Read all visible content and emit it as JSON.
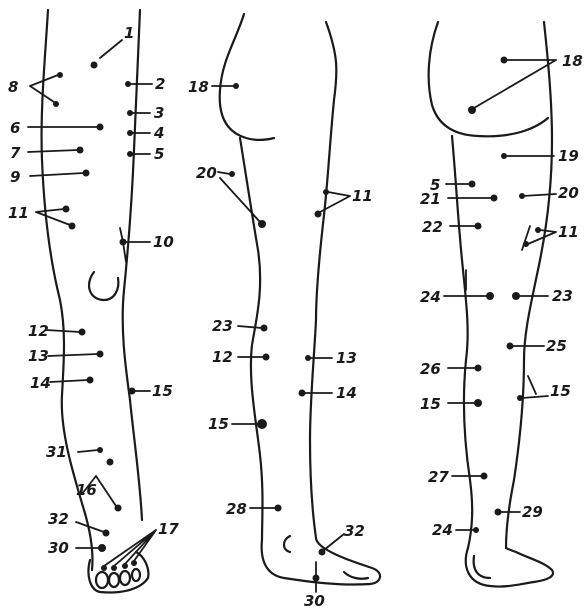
{
  "figure": {
    "panels": [
      {
        "name": "front-view"
      },
      {
        "name": "side-view"
      },
      {
        "name": "back-view"
      }
    ],
    "labels": {
      "f1": "1",
      "f2": "2",
      "f3": "3",
      "f4": "4",
      "f5": "5",
      "f6": "6",
      "f7": "7",
      "f8": "8",
      "f9": "9",
      "f10": "10",
      "f11": "11",
      "f12": "12",
      "f13": "13",
      "f14": "14",
      "f15": "15",
      "f16": "16",
      "f17": "17",
      "f30": "30",
      "f31": "31",
      "f32": "32",
      "s18": "18",
      "s20": "20",
      "s11": "11",
      "s23": "23",
      "s12": "12",
      "s13": "13",
      "s15": "15",
      "s14": "14",
      "s28": "28",
      "s32": "32",
      "s30": "30",
      "b18": "18",
      "b19": "19",
      "b5": "5",
      "b21": "21",
      "b20": "20",
      "b22": "22",
      "b11": "11",
      "b24": "24",
      "b23": "23",
      "b25": "25",
      "b26": "26",
      "b15a": "15",
      "b15b": "15",
      "b27": "27",
      "b29": "29",
      "b24b": "24"
    }
  }
}
